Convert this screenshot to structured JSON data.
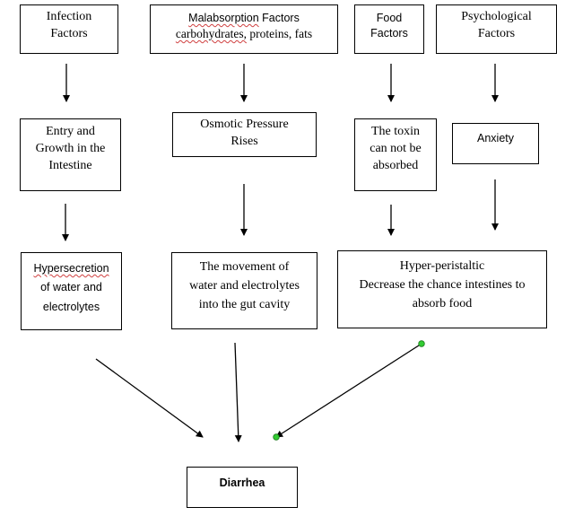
{
  "factors": {
    "infection": [
      "Infection",
      "Factors"
    ],
    "malabsorption": {
      "line1_underlined": "Malabsorption",
      "line1_rest": " Factors",
      "line2_underlined": "carbohydrates,",
      "line2_rest": " proteins, fats"
    },
    "food": [
      "Food",
      "Factors"
    ],
    "psychological": [
      "Psychological",
      "Factors"
    ]
  },
  "mechanisms": {
    "entry": [
      "Entry and",
      "Growth in the",
      "Intestine"
    ],
    "osmotic": [
      "Osmotic Pressure",
      "Rises"
    ],
    "toxin": [
      "The toxin",
      "can not be",
      "absorbed"
    ],
    "anxiety": [
      "Anxiety"
    ]
  },
  "effects": {
    "hypersecretion": {
      "line1_underlined": "Hypersecretion",
      "line2": "of water and",
      "line3": "electrolytes"
    },
    "movement": [
      "The movement of",
      "water and electrolytes",
      "into the gut cavity"
    ],
    "hyperperistaltic": [
      "Hyper-peristaltic",
      "Decrease the chance intestines to",
      "absorb food"
    ]
  },
  "outcome": {
    "label": "Diarrhea"
  },
  "colors": {
    "stroke": "#000000",
    "handle": "#33cc33"
  }
}
